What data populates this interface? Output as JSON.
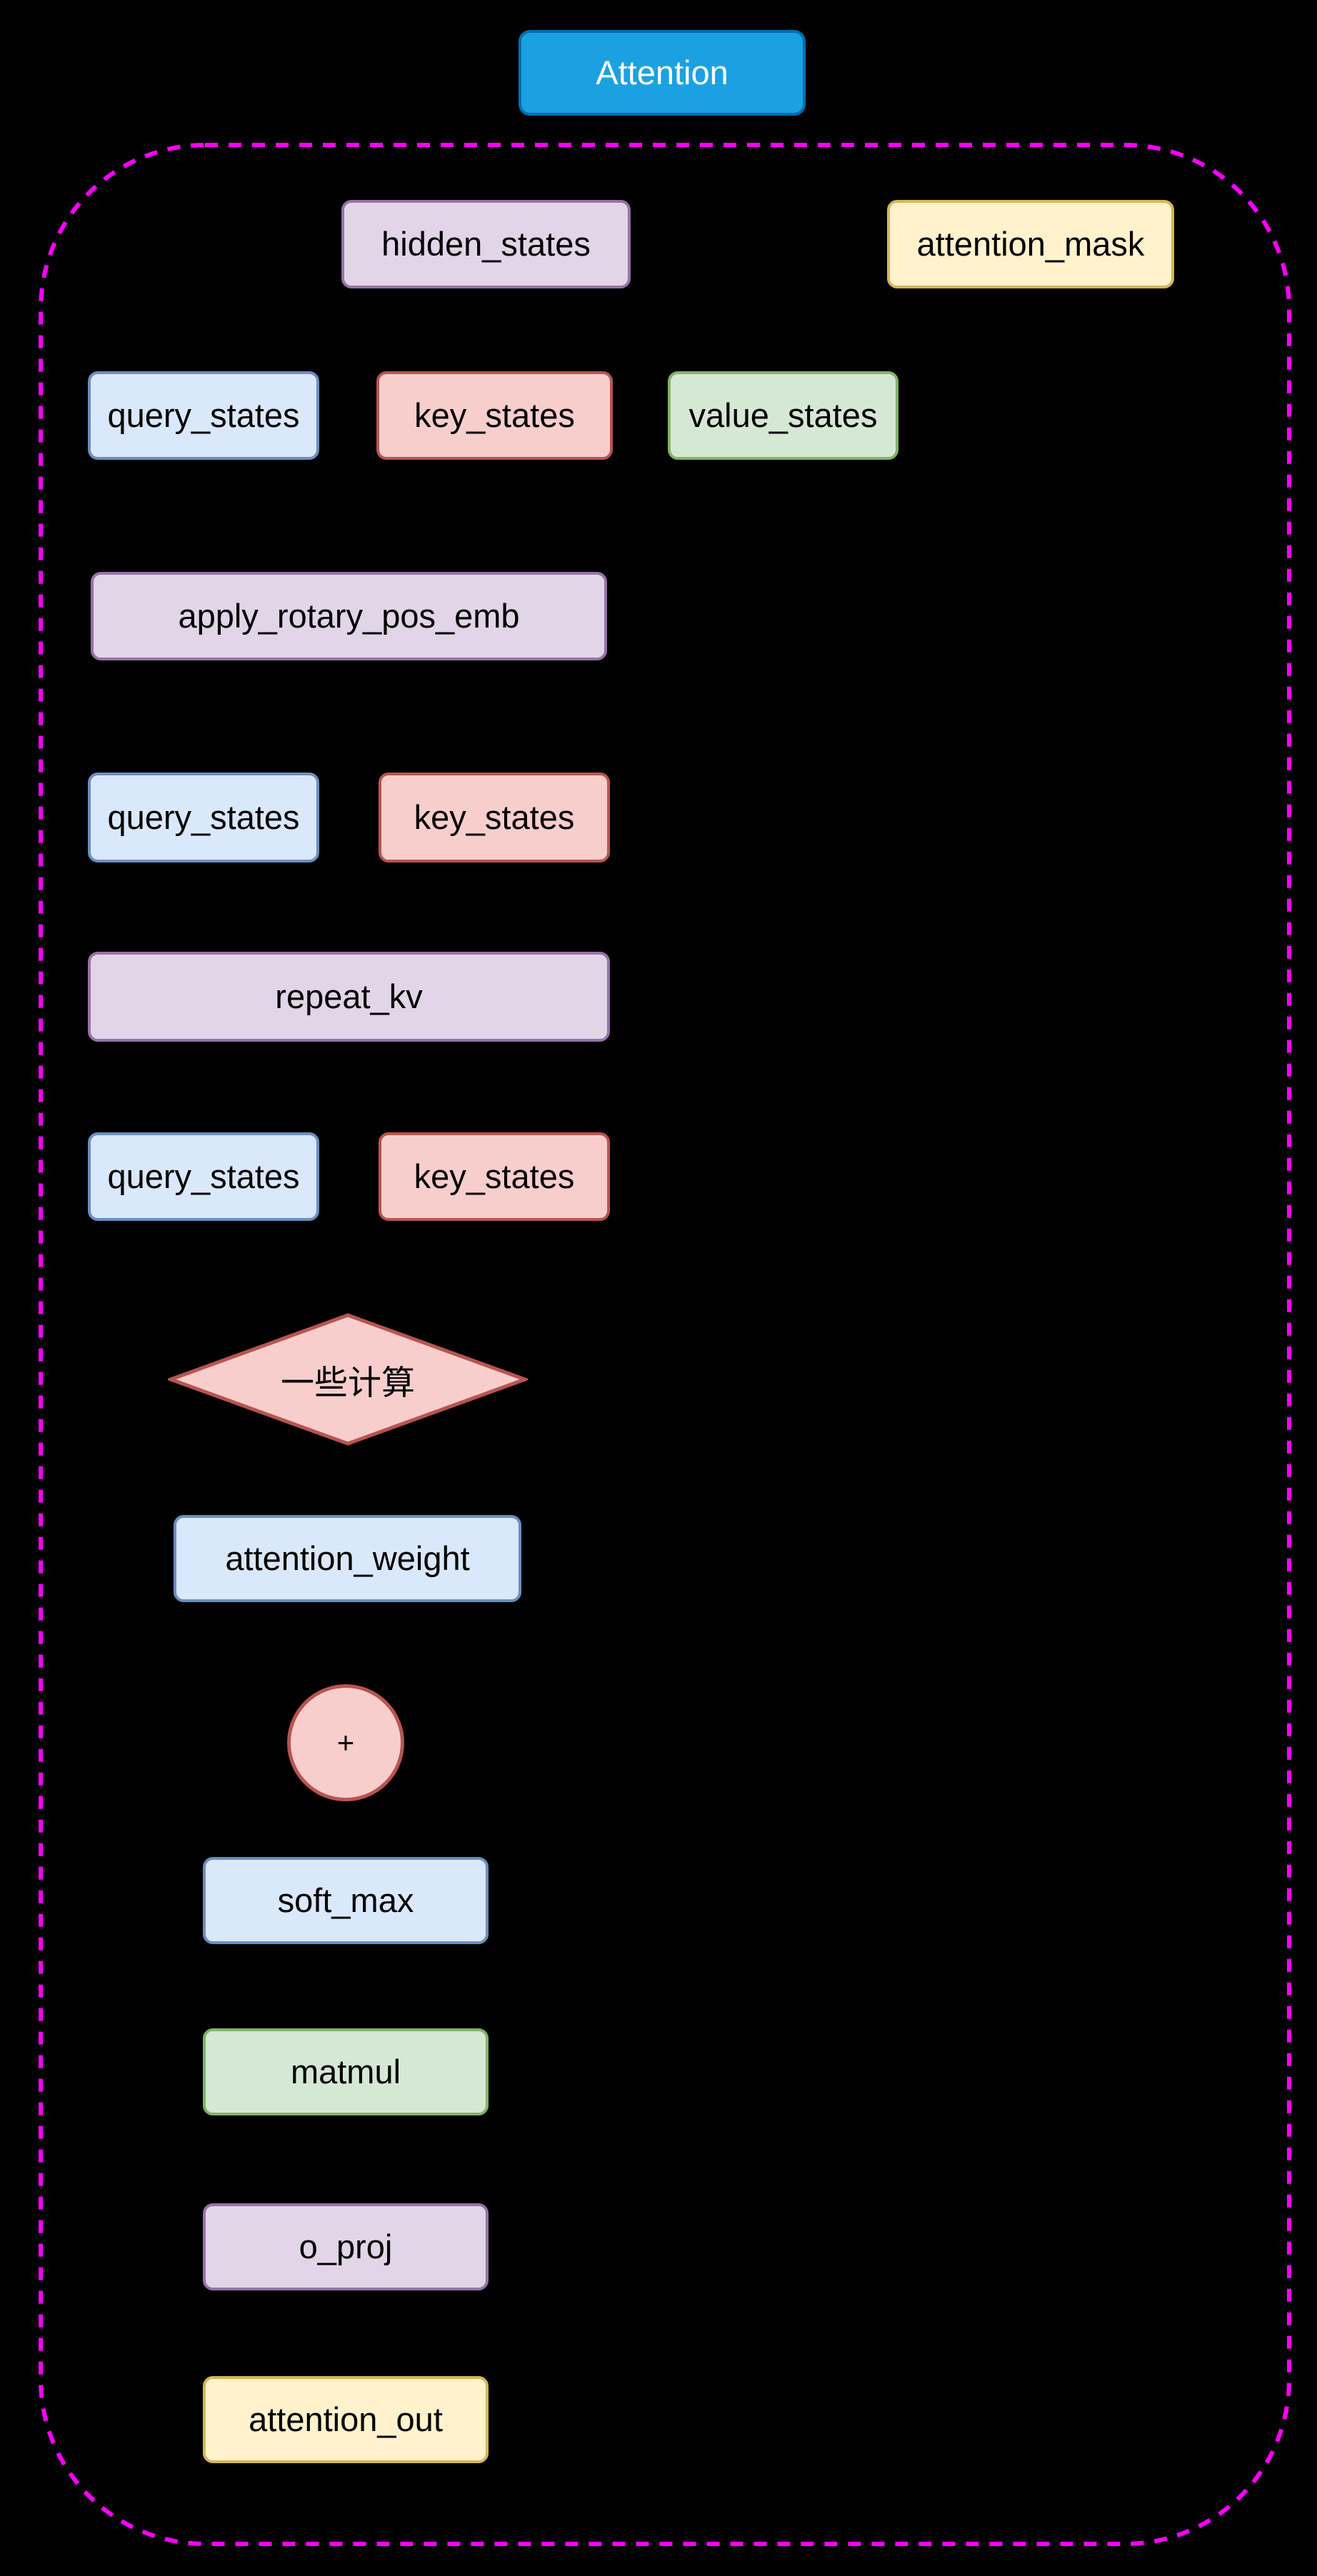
{
  "title": {
    "label": "Attention",
    "fill": "#1BA1E2",
    "stroke": "#006EAF",
    "text_color": "#FFFFFF"
  },
  "container": {
    "stroke": "#FF00FF"
  },
  "palette": {
    "blue": {
      "fill": "#DAE8FC",
      "stroke": "#6C8EBF"
    },
    "red": {
      "fill": "#F8CECC",
      "stroke": "#B85450"
    },
    "green": {
      "fill": "#D5E8D4",
      "stroke": "#82B366"
    },
    "purple": {
      "fill": "#E1D5E7",
      "stroke": "#9673A6"
    },
    "yellow": {
      "fill": "#FFF2CC",
      "stroke": "#D6B656"
    }
  },
  "nodes": {
    "hidden_states": {
      "label": "hidden_states"
    },
    "attention_mask": {
      "label": "attention_mask"
    },
    "query_states_1": {
      "label": "query_states"
    },
    "key_states_1": {
      "label": "key_states"
    },
    "value_states": {
      "label": "value_states"
    },
    "apply_rotary_pos_emb": {
      "label": "apply_rotary_pos_emb"
    },
    "query_states_2": {
      "label": "query_states"
    },
    "key_states_2": {
      "label": "key_states"
    },
    "repeat_kv": {
      "label": "repeat_kv"
    },
    "query_states_3": {
      "label": "query_states"
    },
    "key_states_3": {
      "label": "key_states"
    },
    "some_computation": {
      "label": "一些计算"
    },
    "attention_weight": {
      "label": "attention_weight"
    },
    "plus": {
      "label": "+"
    },
    "soft_max": {
      "label": "soft_max"
    },
    "matmul": {
      "label": "matmul"
    },
    "o_proj": {
      "label": "o_proj"
    },
    "attention_out": {
      "label": "attention_out"
    }
  }
}
